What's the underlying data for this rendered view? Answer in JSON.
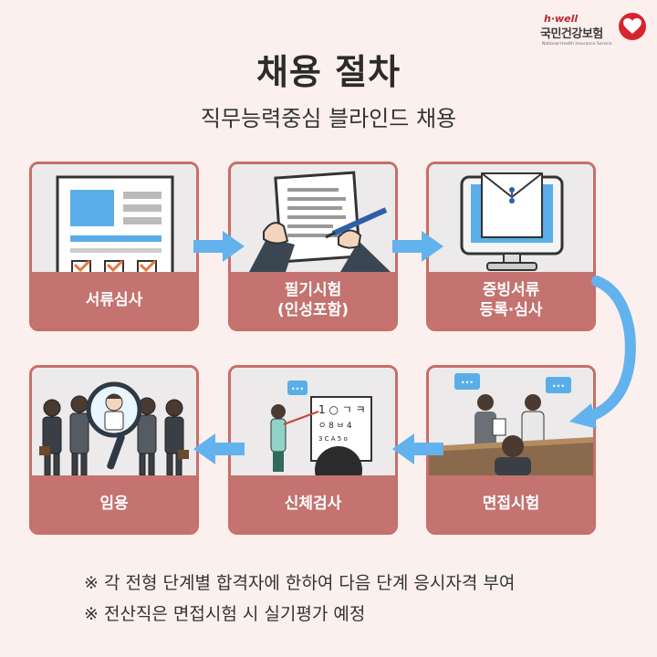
{
  "logo": {
    "brand_small": "h·well",
    "name": "국민건강보험",
    "subtitle": "National Health Insurance Service"
  },
  "title": "채용 절차",
  "subtitle": "직무능력중심 블라인드 채용",
  "steps": [
    {
      "line1": "서류심사",
      "line2": "",
      "icon": "document-review-icon"
    },
    {
      "line1": "필기시험",
      "line2": "(인성포함)",
      "icon": "written-test-icon"
    },
    {
      "line1": "증빙서류",
      "line2": "등록·심사",
      "icon": "computer-document-icon"
    },
    {
      "line1": "임용",
      "line2": "",
      "icon": "magnifier-candidate-icon"
    },
    {
      "line1": "신체검사",
      "line2": "",
      "icon": "eye-chart-icon"
    },
    {
      "line1": "면접시험",
      "line2": "",
      "icon": "interview-icon"
    }
  ],
  "eye_chart": {
    "row1": "1 ○ ㄱ ㅋ",
    "row2": "ㅇ 8 ㅂ 4",
    "row3": "3 C A 5 o"
  },
  "notes": [
    "※ 각 전형 단계별 합격자에 한하여 다음 단계 응시자격 부여",
    "※ 전산직은 면접시험 시 실기평가 예정"
  ],
  "colors": {
    "background": "#fbf0ee",
    "card_label": "#c47370",
    "card_border": "#c76e69",
    "arrow": "#62b2ee",
    "brand_red": "#d7242f"
  }
}
